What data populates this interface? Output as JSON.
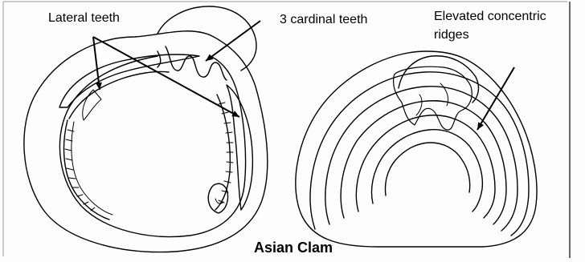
{
  "labels": {
    "lateral_teeth": "Lateral teeth",
    "cardinal_teeth": "3 cardinal teeth",
    "ridges_line1": "Elevated concentric",
    "ridges_line2": "ridges",
    "title": "Asian Clam"
  },
  "colors": {
    "ink": "#000000",
    "paper": "#fdfdfd",
    "frame": "#8a8a8a"
  }
}
